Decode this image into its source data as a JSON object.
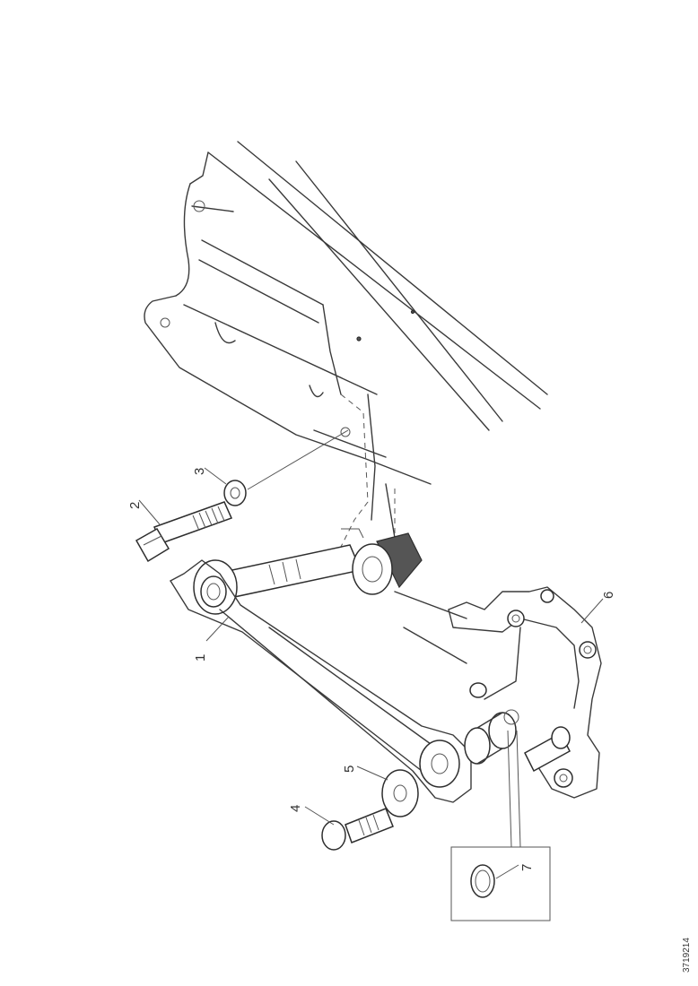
{
  "diagram": {
    "callouts": [
      {
        "id": "1",
        "text": "1"
      },
      {
        "id": "2",
        "text": "2"
      },
      {
        "id": "3",
        "text": "3"
      },
      {
        "id": "4",
        "text": "4"
      },
      {
        "id": "5",
        "text": "5"
      },
      {
        "id": "6",
        "text": "6"
      },
      {
        "id": "7",
        "text": "7"
      }
    ],
    "reference_number": "3719214"
  }
}
